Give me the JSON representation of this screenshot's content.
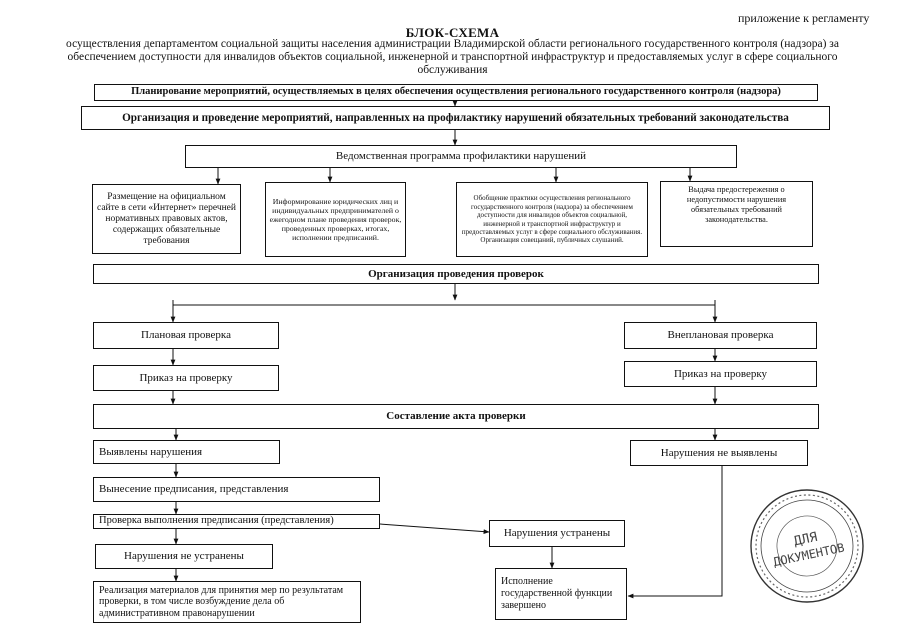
{
  "header": {
    "appendix": "приложение к регламенту",
    "title": "БЛОК-СХЕМА",
    "subtitle": "осуществления департаментом социальной защиты населения администрации Владимирской области регионального государственного контроля (надзора) за обеспечением доступности для инвалидов объектов социальной, инженерной и транспортной инфраструктур и предоставляемых услуг в сфере социального обслуживания"
  },
  "nodes": {
    "planning": "Планирование мероприятий, осуществляемых в целях обеспечения осуществления регионального государственного контроля (надзора)",
    "prevention": "Организация и проведение мероприятий, направленных на профилактику нарушений обязательных требований законодательства",
    "program": "Ведомственная программа профилактики нарушений",
    "posting": "Размещение на официальном сайте в сети «Интернет» перечней нормативных правовых актов, содержащих обязательные требования",
    "informing": "Информирование юридических лиц и индивидуальных предпринимателей о ежегодном плане проведения проверок, проведенных проверках, итогах, исполнении предписаний.",
    "generalization": "Обобщение практики осуществления регионального государственного контроля (надзора) за обеспечением доступности для инвалидов объектов социальной, инженерной и транспортной инфраструктур и предоставляемых услуг в сфере социального обслуживания. Организация совещаний, публичных слушаний.",
    "warning": "Выдача предостережения о недопустимости нарушения обязательных требований законодательства.",
    "inspections": "Организация проведения проверок",
    "planned": "Плановая проверка",
    "unplanned": "Внеплановая проверка",
    "order_planned": "Приказ на проверку",
    "order_unplanned": "Приказ на проверку",
    "act": "Составление акта проверки",
    "found": "Выявлены нарушения",
    "not_found": "Нарушения не выявлены",
    "prescription": "Вынесение предписания, представления",
    "check_execution": "Проверка выполнения предписания (представления)",
    "not_eliminated": "Нарушения не устранены",
    "eliminated": "Нарушения устранены",
    "implementation": "Реализация материалов для принятия мер по результатам проверки, в том числе возбуждение дела об административном правонарушении",
    "completed": "Исполнение государственной функции завершено"
  },
  "stamp": {
    "center_text": "ДЛЯ ДОКУМЕНТОВ"
  },
  "colors": {
    "line": "#111111",
    "background": "#ffffff"
  }
}
